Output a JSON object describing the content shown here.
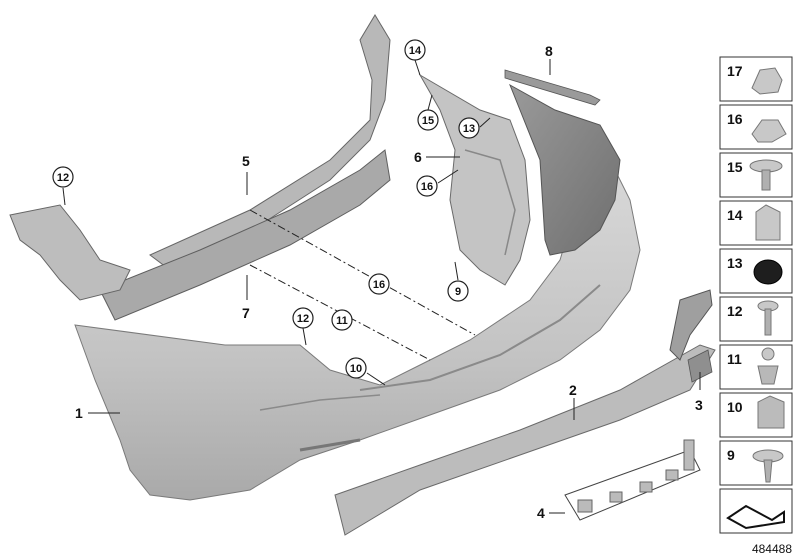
{
  "callouts": {
    "c1": "1",
    "c2": "2",
    "c3": "3",
    "c4": "4",
    "c5": "5",
    "c6": "6",
    "c7": "7",
    "c8": "8",
    "c9": "9",
    "c10": "10",
    "c11": "11",
    "c12a": "12",
    "c12b": "12",
    "c13": "13",
    "c14": "14",
    "c15": "15",
    "c16a": "16",
    "c16b": "16"
  },
  "legend": [
    "17",
    "16",
    "15",
    "14",
    "13",
    "12",
    "11",
    "10",
    "9"
  ],
  "document_id": "484488",
  "colors": {
    "part_fill": "#c9c9c9",
    "part_dark": "#8e8e8e",
    "outline": "#6a6a6a",
    "legend_border": "#333333"
  }
}
